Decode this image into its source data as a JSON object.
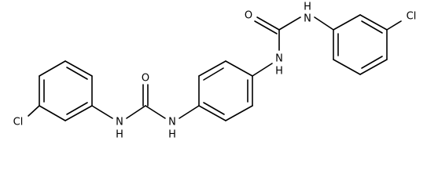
{
  "diagram": {
    "type": "chemical-structure",
    "atom_labels": {
      "cl_left": "Cl",
      "nh_1": "N",
      "nh_1_h": "H",
      "o_left": "O",
      "nh_2": "N",
      "nh_2_h": "H",
      "nh_3": "N",
      "nh_3_h": "H",
      "o_right": "O",
      "nh_4": "N",
      "nh_4_h": "H",
      "cl_right": "Cl"
    },
    "colors": {
      "bond": "#000000",
      "label": "#000000",
      "background": "#ffffff"
    }
  }
}
